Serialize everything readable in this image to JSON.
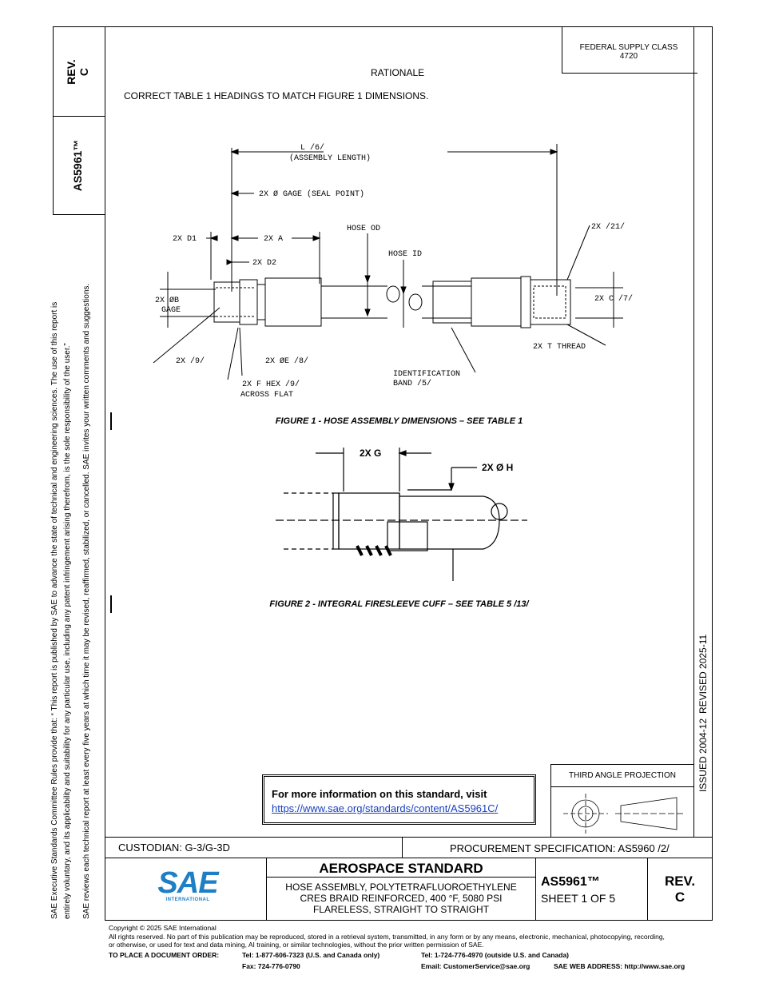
{
  "left_box": {
    "rev": "REV.\nC",
    "doc": "AS5961™"
  },
  "left_disclaimer": [
    "SAE Executive Standards Committee Rules provide that: “ This report is published by SAE to advance the state of technical and engineering sciences. The use of this report is",
    "entirely voluntary, and its applicability and suitability for any particular use, including any patent infringement arising therefrom, is the sole responsibility of the user.”",
    "SAE reviews each technical report at least every five years at which time it may be revised, reaffirmed, stabilized, or cancelled. SAE invites your written comments and suggestions."
  ],
  "supply_class": {
    "line1": "FEDERAL SUPPLY CLASS",
    "line2": "4720"
  },
  "rationale": {
    "heading": "RATIONALE",
    "text": "CORRECT TABLE 1 HEADINGS TO MATCH FIGURE 1 DIMENSIONS."
  },
  "figure1": {
    "caption": "FIGURE 1 - HOSE ASSEMBLY DIMENSIONS – SEE TABLE 1",
    "labels": {
      "length1": "L /6/",
      "length2": "(ASSEMBLY LENGTH)",
      "gage": "2X Ø GAGE (SEAL POINT)",
      "d1": "2X D1",
      "a": "2X A",
      "d2": "2X D2",
      "hose_od": "HOSE OD",
      "hose_id": "HOSE ID",
      "b1": "2X ØB",
      "b2": "GAGE",
      "r21": "2X /21/",
      "c": "2X C /7/",
      "thread": "2X T THREAD",
      "n9": "2X /9/",
      "e": "2X ØE /8/",
      "hex1": "2X F HEX /9/",
      "hex2": "ACROSS FLAT",
      "ident1": "IDENTIFICATION",
      "ident2": "BAND /5/"
    }
  },
  "figure2": {
    "caption": "FIGURE 2 - INTEGRAL FIRESLEEVE CUFF – SEE TABLE 5 /13/",
    "labels": {
      "g": "2X G",
      "h": "2X Ø H"
    }
  },
  "right_vertical": {
    "issued": "ISSUED 2004-12",
    "revised": "REVISED 2025-11"
  },
  "info_box": {
    "text": "For more information on this standard, visit",
    "link": "https://www.sae.org/standards/content/AS5961C/"
  },
  "projection": {
    "label": "THIRD ANGLE PROJECTION"
  },
  "custodian": "CUSTODIAN: G-3/G-3D",
  "procurement": "PROCUREMENT SPECIFICATION: AS5960 /2/",
  "title_block": {
    "logo": "SAE",
    "logo_sub": "INTERNATIONAL",
    "standard_type": "AEROSPACE STANDARD",
    "title1": "HOSE ASSEMBLY, POLYTETRAFLUOROETHYLENE",
    "title2": "CRES BRAID REINFORCED, 400 °F, 5080 PSI",
    "title3": "FLARELESS, STRAIGHT TO STRAIGHT",
    "doc_number": "AS5961™",
    "sheet": "SHEET 1 OF 5",
    "rev_label": "REV.",
    "rev_value": "C"
  },
  "footer": {
    "copyright": "Copyright © 2025 SAE International",
    "rights1": "All rights reserved. No part of this publication may be reproduced, stored in a retrieval system, transmitted, in any form or by any means, electronic, mechanical, photocopying, recording,",
    "rights2": "or otherwise, or used for text and data mining, AI training, or similar technologies, without the prior written permission of SAE.",
    "order_label": "TO PLACE A DOCUMENT ORDER:",
    "tel_us": "Tel: 1-877-606-7323 (U.S. and Canada only)",
    "fax": "Fax: 724-776-0790",
    "tel_intl": "Tel: 1-724-776-4970 (outside U.S. and Canada)",
    "email": "Email: CustomerService@sae.org",
    "web": "SAE WEB ADDRESS: http://www.sae.org"
  }
}
